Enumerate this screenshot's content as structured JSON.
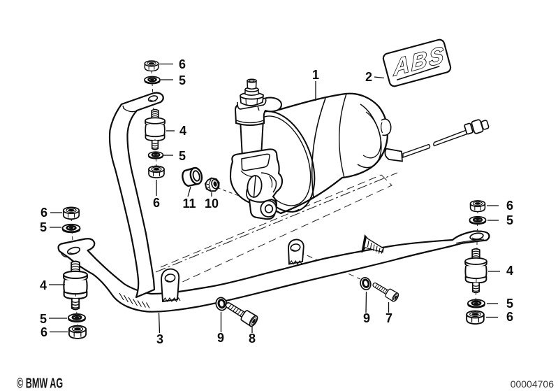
{
  "page": {
    "background": "#ffffff",
    "ink": "#0c0c0c"
  },
  "footer": {
    "copyright": "© BMW AG",
    "drawing_number": "00004706"
  },
  "badge": {
    "text": "ABS"
  },
  "callouts": [
    {
      "part": "6",
      "text": "6"
    },
    {
      "part": "5",
      "text": "5"
    },
    {
      "part": "4",
      "text": "4"
    },
    {
      "part": "5",
      "text": "5"
    },
    {
      "part": "6",
      "text": "6"
    },
    {
      "part": "11",
      "text": "11"
    },
    {
      "part": "10",
      "text": "10"
    },
    {
      "part": "1",
      "text": "1"
    },
    {
      "part": "2",
      "text": "2"
    },
    {
      "part": "6",
      "text": "6"
    },
    {
      "part": "5",
      "text": "5"
    },
    {
      "part": "4",
      "text": "4"
    },
    {
      "part": "5",
      "text": "5"
    },
    {
      "part": "6",
      "text": "6"
    },
    {
      "part": "3",
      "text": "3"
    },
    {
      "part": "9",
      "text": "9"
    },
    {
      "part": "8",
      "text": "8"
    },
    {
      "part": "9",
      "text": "9"
    },
    {
      "part": "7",
      "text": "7"
    },
    {
      "part": "6",
      "text": "6"
    },
    {
      "part": "5",
      "text": "5"
    },
    {
      "part": "4",
      "text": "4"
    },
    {
      "part": "5",
      "text": "5"
    },
    {
      "part": "6",
      "text": "6"
    }
  ]
}
